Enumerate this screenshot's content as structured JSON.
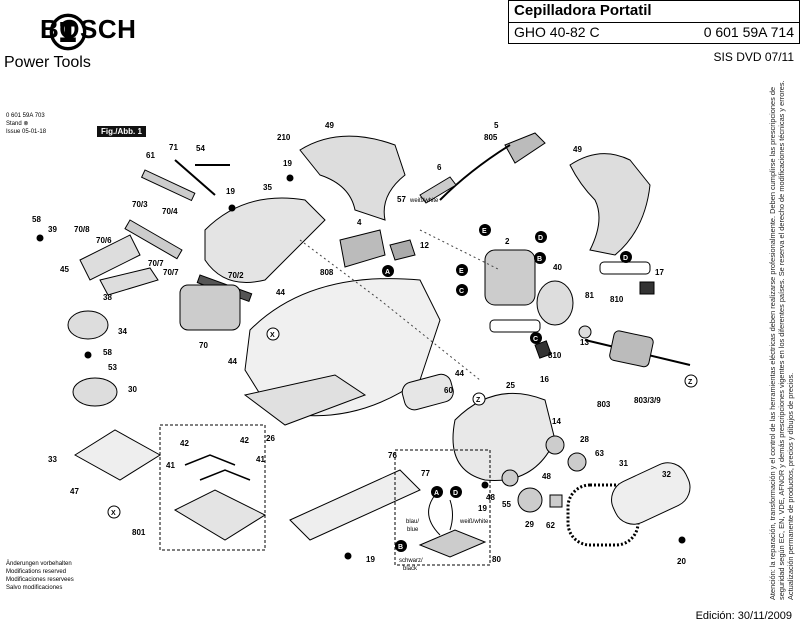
{
  "header": {
    "brand": "BOSCH",
    "subtitle": "Power Tools",
    "title": "Cepilladora Portatil",
    "model": "GHO 40-82 C",
    "part_number": "0 601 59A 714",
    "doc_code": "SIS DVD 07/11"
  },
  "meta": {
    "ref": "0 601 59A 703",
    "stand_label": "Stand",
    "issue_label": "Issue",
    "issue_date": "05-01-18",
    "figure_label": "Fig./Abb. 1"
  },
  "notes": {
    "changes": [
      "Änderungen vorbehalten",
      "Modifications reserved",
      "Modificaciones reservees",
      "Salvo modificaciones"
    ],
    "side_notice": "Atención: la reparación, transformación y el control de las herramientas eléctricas deben realizarse profesionalmente. Deben cumplirse las prescripciones de seguridad según EC, EN, VDE, AFNOR y demás prescripciones vigentes en los diferentes países. Se reserva el derecho de modificaciones técnicas y errores. Actualización permanente de productos, precios y dibujos de precios."
  },
  "footer": {
    "date": "Edición: 30/11/2009"
  },
  "wire_labels": {
    "white_57": "weiß/white",
    "white_80": "weiß/white",
    "blue": [
      "blau/",
      "blue"
    ],
    "black": [
      "schwarz/",
      "black"
    ]
  },
  "part_numbers": {
    "p210": "210",
    "p49a": "49",
    "p49b": "49",
    "p5": "5",
    "p805": "805",
    "p19a": "19",
    "p6": "6",
    "p57": "57",
    "p61": "61",
    "p71": "71",
    "p54": "54",
    "p19b": "19",
    "p35": "35",
    "p58a": "58",
    "p39": "39",
    "p70_8": "70/8",
    "p70_3": "70/3",
    "p70_4": "70/4",
    "p70_6": "70/6",
    "p45": "45",
    "p70_7a": "70/7",
    "p70_7b": "70/7",
    "p38": "38",
    "p70_2": "70/2",
    "p4": "4",
    "p12": "12",
    "p2": "2",
    "p40": "40",
    "p17": "17",
    "p810a": "810",
    "p81": "81",
    "p44a": "44",
    "p808": "808",
    "p34": "34",
    "p70": "70",
    "p58b": "58",
    "p53": "53",
    "p30": "30",
    "p44b": "44",
    "p44c": "44",
    "p60": "60",
    "p13": "13",
    "p810b": "810",
    "p16": "16",
    "p25": "25",
    "p803": "803",
    "p803_3_9": "803/3/9",
    "p42a": "42",
    "p42b": "42",
    "p26": "26",
    "p41a": "41",
    "p41b": "41",
    "p33": "33",
    "p47": "47",
    "p76": "76",
    "p77": "77",
    "p14": "14",
    "p28": "28",
    "p63": "63",
    "p31": "31",
    "p32": "32",
    "p48a": "48",
    "p48b": "48",
    "p19c": "19",
    "p55": "55",
    "p29": "29",
    "p62": "62",
    "p801": "801",
    "p80": "80",
    "p19d": "19",
    "p20": "20"
  },
  "callouts": {
    "a1": "A",
    "a2": "A",
    "b1": "B",
    "b2": "B",
    "c1": "C",
    "c2": "C",
    "d1": "D",
    "d2": "D",
    "d3": "D",
    "e1": "E",
    "e2": "E",
    "x1": "X",
    "x2": "X",
    "z1": "Z",
    "z2": "Z"
  },
  "colors": {
    "ink": "#000000",
    "paper": "#ffffff"
  }
}
